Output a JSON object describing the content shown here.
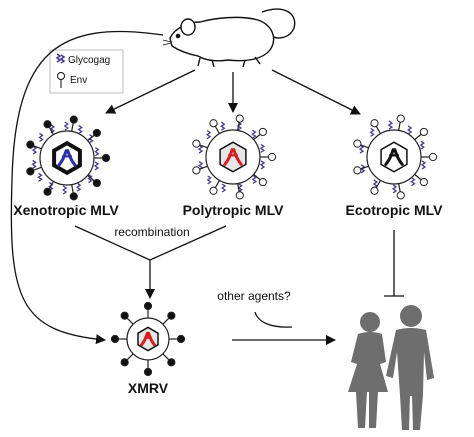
{
  "legend": {
    "glycogag": "Glycogag",
    "env": "Env"
  },
  "labels": {
    "xenotropic": "Xenotropic MLV",
    "polytropic": "Polytropic MLV",
    "ecotropic": "Ecotropic MLV",
    "recombination": "recombination",
    "other_agents": "other agents?",
    "xmrv": "XMRV"
  },
  "colors": {
    "xenotropic_genome": "#2a2fa8",
    "polytropic_genome": "#d42020",
    "ecotropic_genome": "#111111",
    "glycogag": "#4a3a8c",
    "silhouette": "#6e6e6e"
  },
  "icons": [
    "mouse-icon",
    "virus-particle-icon",
    "human-couple-icon",
    "glycogag-icon",
    "env-icon"
  ]
}
